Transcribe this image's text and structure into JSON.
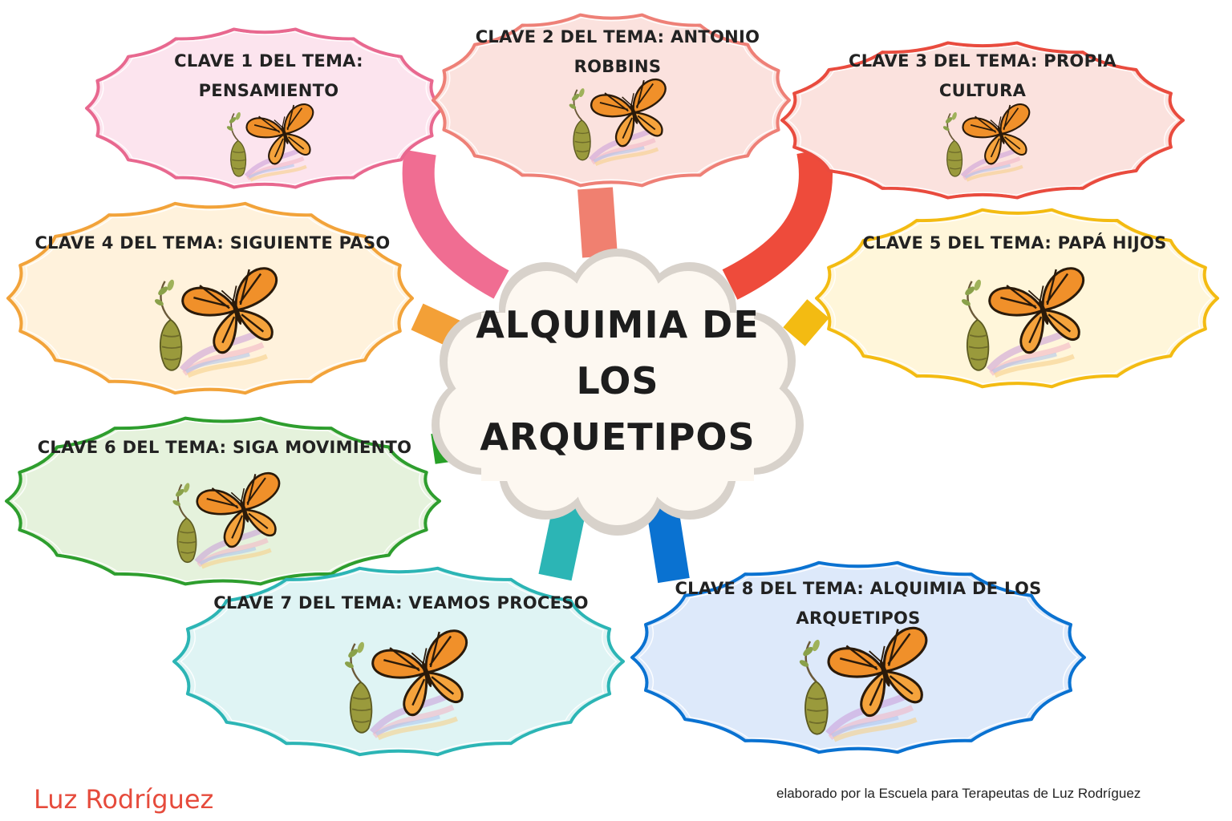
{
  "central": {
    "lines": [
      "ALQUIMIA DE",
      "LOS",
      "ARQUETIPOS"
    ]
  },
  "nodes": [
    {
      "lines": [
        "CLAVE 1 DEL TEMA:",
        "PENSAMIENTO"
      ],
      "color": "#e8688f",
      "fill": "#fce4ee"
    },
    {
      "lines": [
        "CLAVE 2 DEL TEMA: ANTONIO",
        "ROBBINS"
      ],
      "color": "#ee8077",
      "fill": "#fbe2de"
    },
    {
      "lines": [
        "CLAVE 3 DEL TEMA: PROPIA",
        "CULTURA"
      ],
      "color": "#e94b3e",
      "fill": "#fbe2de"
    },
    {
      "lines": [
        "CLAVE 4 DEL TEMA: SIGUIENTE PASO"
      ],
      "color": "#f2a33a",
      "fill": "#fff2dc"
    },
    {
      "lines": [
        "CLAVE 5 DEL TEMA: PAPÁ HIJOS"
      ],
      "color": "#f3bb12",
      "fill": "#fff6da"
    },
    {
      "lines": [
        "CLAVE 6 DEL TEMA: SIGA MOVIMIENTO"
      ],
      "color": "#2e9e2e",
      "fill": "#e5f2dc"
    },
    {
      "lines": [
        "CLAVE 7 DEL TEMA: VEAMOS PROCESO"
      ],
      "color": "#2cb5b5",
      "fill": "#dff4f4"
    },
    {
      "lines": [
        "CLAVE 8 DEL TEMA: ALQUIMIA DE LOS",
        "ARQUETIPOS"
      ],
      "color": "#0a72d1",
      "fill": "#dde9fa"
    }
  ],
  "footer": {
    "author": "Luz Rodríguez",
    "note": "elaborado por la Escuela para Terapeutas de Luz Rodríguez"
  }
}
